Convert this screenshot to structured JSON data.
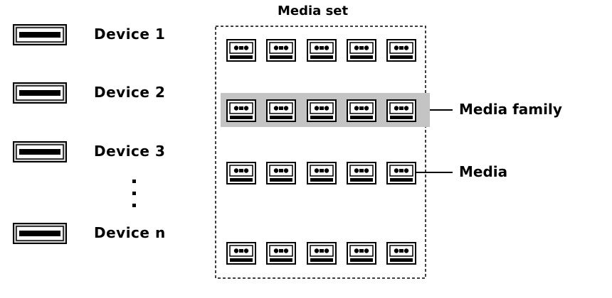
{
  "media_set": {
    "title": "Media set"
  },
  "devices": [
    {
      "label": "Device 1"
    },
    {
      "label": "Device 2"
    },
    {
      "label": "Device 3"
    },
    {
      "label": "Device n"
    }
  ],
  "callouts": {
    "media_family": "Media family",
    "media": "Media"
  },
  "layout_note": "",
  "media_grid": {
    "rows": 4,
    "columns": 5,
    "highlighted_row": 2
  },
  "colors": {
    "highlight_band": "#c4c4c4",
    "outline": "#000000",
    "device_fill": "#cfcfcf",
    "tape_fill": "#ffffff"
  },
  "icons": {
    "device": "tape-drive-icon",
    "media": "tape-cartridge-icon"
  }
}
